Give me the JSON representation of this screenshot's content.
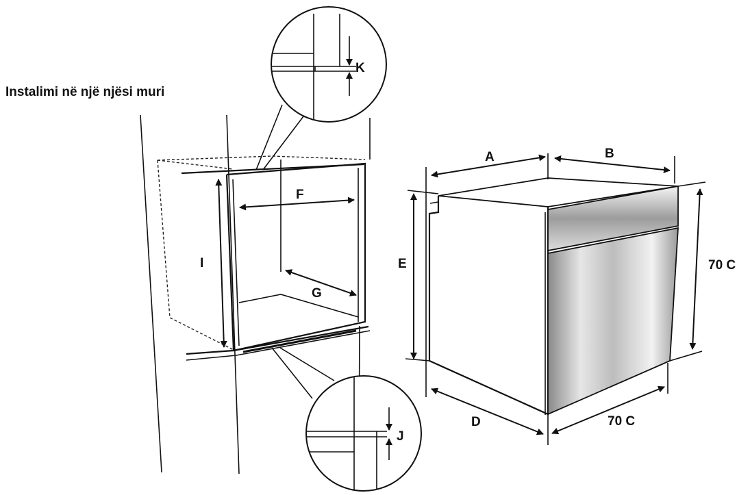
{
  "title": "Instalimi në një njësi muri",
  "labels": {
    "A": "A",
    "B": "B",
    "D": "D",
    "E": "E",
    "F": "F",
    "G": "G",
    "I": "I",
    "J": "J",
    "K": "K",
    "height": "70 C",
    "width": "70 C"
  }
}
